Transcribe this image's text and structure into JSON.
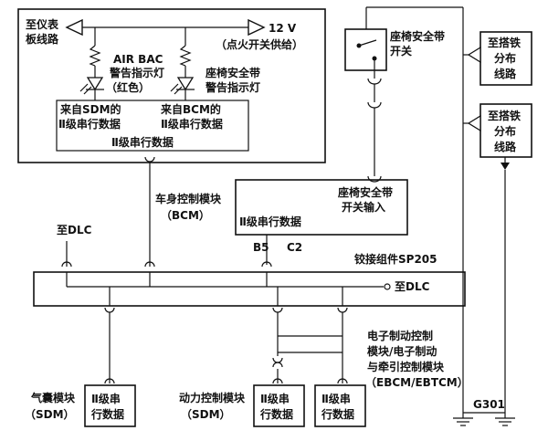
{
  "cluster": {
    "to_cluster_l1": "至仪表",
    "to_cluster_l2": "板线路",
    "v12": "12 V",
    "ign": "（点火开关供给）",
    "airbag_l1": "AIR BAC",
    "airbag_l2": "警告指示灯",
    "airbag_l3": "（红色）",
    "seat_l1": "座椅安全带",
    "seat_l2": "警告指示灯",
    "sdm_l1": "来自SDM的",
    "sdm_l2": "Ⅱ级串行数据",
    "bcm_l1": "来自BCM的",
    "bcm_l2": "Ⅱ级串行数据",
    "serial": "Ⅱ级串行数据"
  },
  "seatbelt_switch": {
    "l1": "座椅安全带",
    "l2": "开关"
  },
  "ground_dist_1": {
    "l1": "至搭铁",
    "l2": "分布",
    "l3": "线路"
  },
  "ground_dist_2": {
    "l1": "至搭铁",
    "l2": "分布",
    "l3": "线路"
  },
  "bcm": {
    "l1": "车身控制模块",
    "l2": "（BCM）",
    "seat_in_l1": "座椅安全带",
    "seat_in_l2": "开关输入",
    "serial": "Ⅱ级串行数据",
    "pin_b5": "B5",
    "pin_c2": "C2"
  },
  "dlc_top": "至DLC",
  "splice": "铰接组件SP205",
  "dlc_right": "至DLC",
  "sdm": {
    "l1": "气囊模块",
    "l2": "（SDM）",
    "box_l1": "Ⅱ级串",
    "box_l2": "行数据"
  },
  "pcm": {
    "l1": "动力控制模块",
    "l2": "（SDM）",
    "box_l1": "Ⅱ级串",
    "box_l2": "行数据"
  },
  "ebcm": {
    "l1": "电子制动控制",
    "l2": "模块/电子制动",
    "l3": "与牵引控制模块",
    "l4": "（EBCM/EBTCM）",
    "box_l1": "Ⅱ级串",
    "box_l2": "行数据"
  },
  "g301": "G301"
}
